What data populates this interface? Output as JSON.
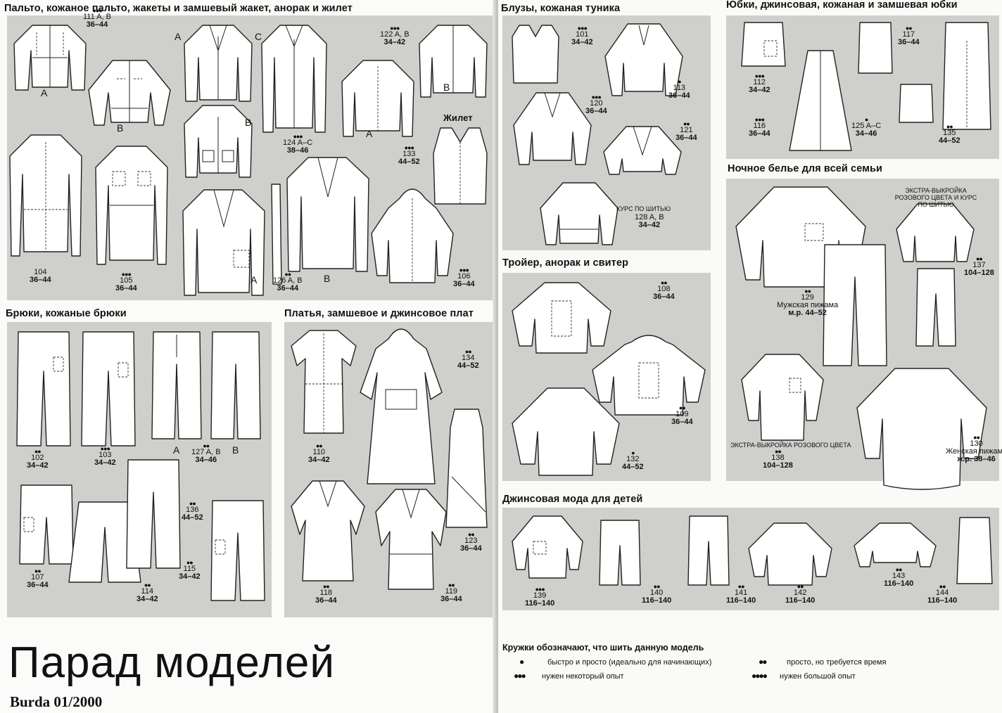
{
  "title": "Парад моделей",
  "issue": "Burda 01/2000",
  "sections": {
    "coats": "Пальто, кожаное пальто, жакеты и замшевый жакет, анорак и жилет",
    "trousers": "Брюки, кожаные брюки",
    "dresses": "Платья, замшевое и джинсовое плат",
    "blouses": "Блузы, кожаная туника",
    "skirts": "Юбки, джинсовая, кожаная и замшевая юбки",
    "sleepwear": "Ночное белье для всей семьи",
    "jumpers": "Тройер, анорак и свитер",
    "kids": "Джинсовая мода для детей"
  },
  "labels": {
    "vest": "Жилет",
    "sewing_course": "КУРС ПО ШИТЬЮ",
    "extra_pink_course": "ЭКСТРА-ВЫКРОЙКА РОЗОВОГО ЦВЕТА И КУРС ПО ШИТЬЮ",
    "extra_pink": "ЭКСТРА-ВЫКРОЙКА РОЗОВОГО ЦВЕТА",
    "mens_pyjamas": "Мужская пижама",
    "mens_size": "м.р. 44–52",
    "womens_pyjamas": "Женская пижама",
    "womens_size": "ж.р. 38–46",
    "A": "A",
    "B": "B",
    "C": "C"
  },
  "models": [
    {
      "dots": "●●●",
      "num": "111 A, B",
      "size": "36–44"
    },
    {
      "dots": "●●●",
      "num": "124 A–C",
      "size": "38–46"
    },
    {
      "dots": "●●●",
      "num": "122 A, B",
      "size": "34–42"
    },
    {
      "dots": "●●●",
      "num": "133",
      "size": "44–52"
    },
    {
      "dots": "",
      "num": "104",
      "size": "36–44"
    },
    {
      "dots": "●●●",
      "num": "105",
      "size": "36–44"
    },
    {
      "dots": "●●",
      "num": "126 A, B",
      "size": "36–44"
    },
    {
      "dots": "●●●",
      "num": "106",
      "size": "36–44"
    },
    {
      "dots": "●●",
      "num": "102",
      "size": "34–42"
    },
    {
      "dots": "●●●",
      "num": "103",
      "size": "34–42"
    },
    {
      "dots": "●●",
      "num": "127 A, B",
      "size": "34–46"
    },
    {
      "dots": "●●",
      "num": "107",
      "size": "36–44"
    },
    {
      "dots": "●●",
      "num": "114",
      "size": "34–42"
    },
    {
      "dots": "●●",
      "num": "115",
      "size": "34–42"
    },
    {
      "dots": "●●",
      "num": "136",
      "size": "44–52"
    },
    {
      "dots": "●●",
      "num": "110",
      "size": "34–42"
    },
    {
      "dots": "●●",
      "num": "134",
      "size": "44–52"
    },
    {
      "dots": "●●",
      "num": "118",
      "size": "36–44"
    },
    {
      "dots": "●●",
      "num": "123",
      "size": "36–44"
    },
    {
      "dots": "●●",
      "num": "119",
      "size": "36–44"
    },
    {
      "dots": "●●●",
      "num": "101",
      "size": "34–42"
    },
    {
      "dots": "●",
      "num": "113",
      "size": "36–44"
    },
    {
      "dots": "●●●",
      "num": "120",
      "size": "36–44"
    },
    {
      "dots": "●●",
      "num": "121",
      "size": "36–44"
    },
    {
      "dots": "",
      "num": "128 A, B",
      "size": "34–42"
    },
    {
      "dots": "●●",
      "num": "108",
      "size": "36–44"
    },
    {
      "dots": "●●",
      "num": "109",
      "size": "36–44"
    },
    {
      "dots": "●",
      "num": "132",
      "size": "44–52"
    },
    {
      "dots": "●●●",
      "num": "112",
      "size": "34–42"
    },
    {
      "dots": "●●",
      "num": "117",
      "size": "36–44"
    },
    {
      "dots": "●●●",
      "num": "116",
      "size": "36–44"
    },
    {
      "dots": "●",
      "num": "125 A–C",
      "size": "34–46"
    },
    {
      "dots": "●●",
      "num": "135",
      "size": "44–52"
    },
    {
      "dots": "●●",
      "num": "129",
      "size": ""
    },
    {
      "dots": "●●",
      "num": "137",
      "size": "104–128"
    },
    {
      "dots": "●●",
      "num": "138",
      "size": "104–128"
    },
    {
      "dots": "●●",
      "num": "130",
      "size": ""
    },
    {
      "dots": "●●●",
      "num": "139",
      "size": "116–140"
    },
    {
      "dots": "●●",
      "num": "140",
      "size": "116–140"
    },
    {
      "dots": "●●",
      "num": "141",
      "size": "116–140"
    },
    {
      "dots": "●●",
      "num": "142",
      "size": "116–140"
    },
    {
      "dots": "●●",
      "num": "143",
      "size": "116–140"
    },
    {
      "dots": "●●",
      "num": "144",
      "size": "116–140"
    }
  ],
  "legend": {
    "title": "Кружки обозначают, что шить данную модель",
    "items": [
      {
        "dots": "●",
        "text": "быстро и просто (идеально для начинающих)"
      },
      {
        "dots": "●●",
        "text": "просто, но требуется время"
      },
      {
        "dots": "●●●",
        "text": "нужен некоторый опыт"
      },
      {
        "dots": "●●●●",
        "text": "нужен большой опыт"
      }
    ]
  }
}
